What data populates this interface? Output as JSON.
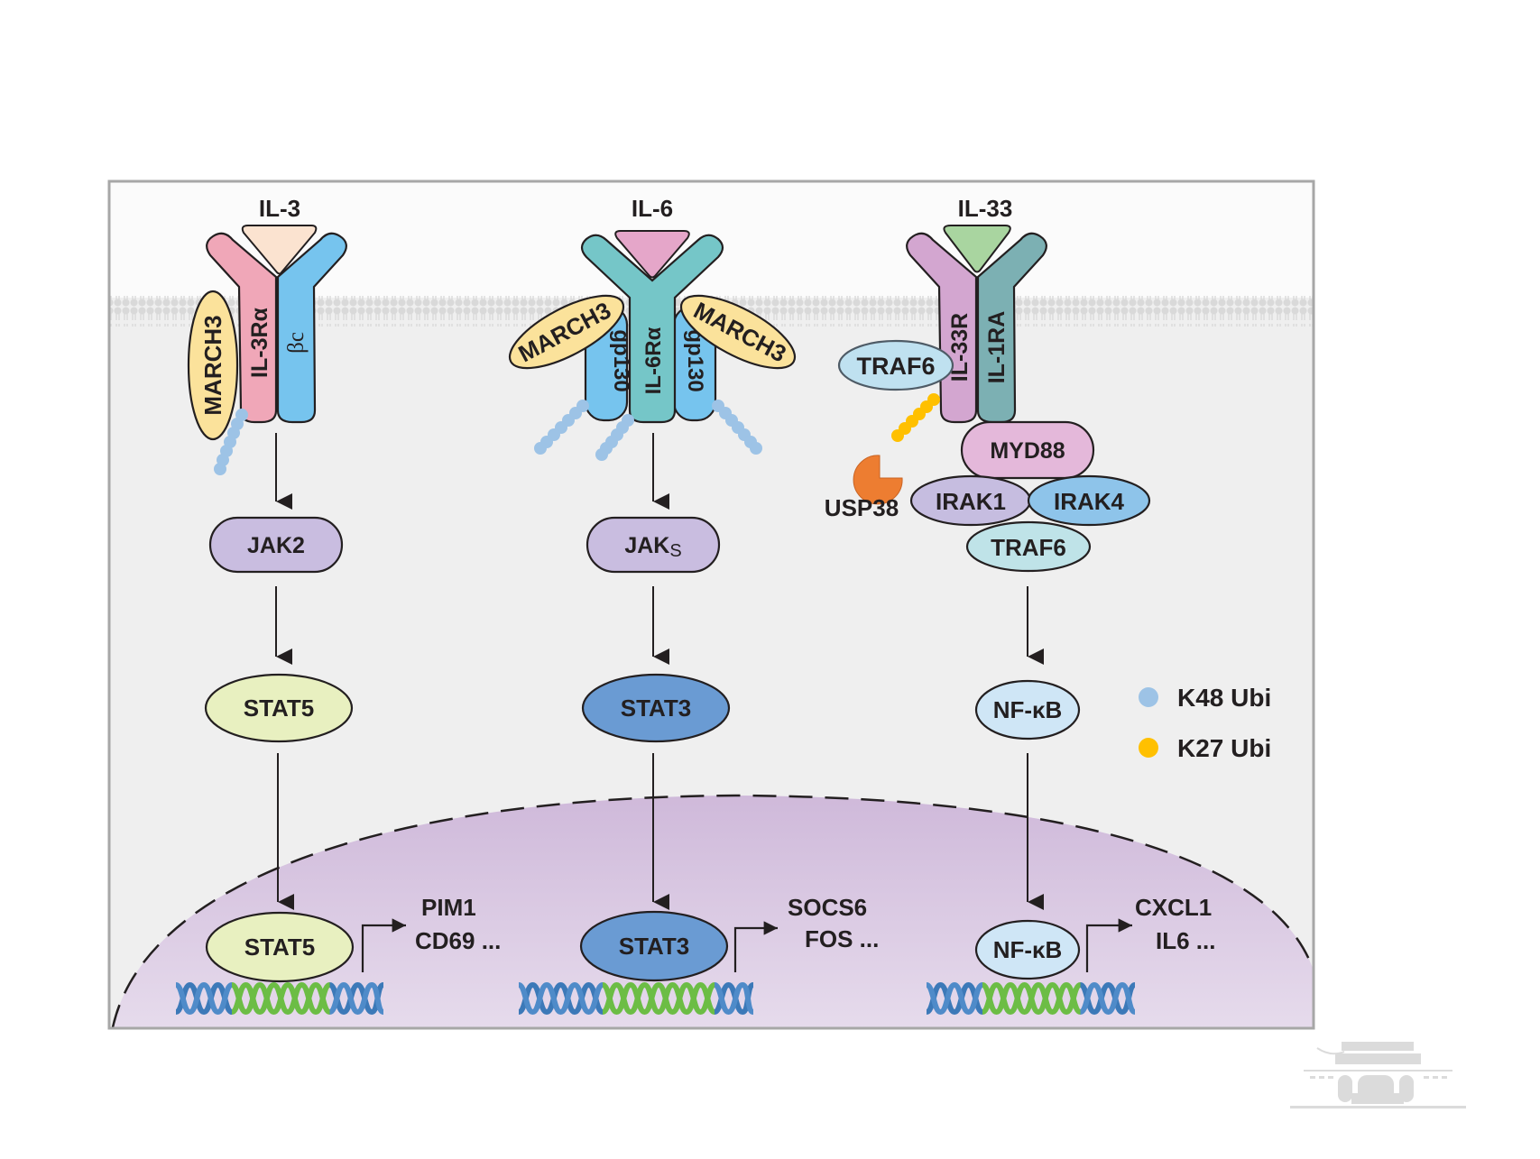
{
  "colors": {
    "frame_border": "#a7a7a7",
    "cytoplasm": "#efefef",
    "extracellular": "#fbfbfb",
    "membrane": "#dcdcdc",
    "nucleus": "#d9c9e0",
    "k48_ubi": "#9dc3e6",
    "k27_ubi": "#ffc000",
    "usp38": "#ed7d31",
    "march3": "#fbe29b",
    "il3_ligand": "#fbe3d0",
    "il3ra": "#f0a7b8",
    "beta_c": "#76c4ee",
    "il6_ligand": "#e5a6c9",
    "il6ra": "#75c6c8",
    "gp130": "#76c4ee",
    "il33_ligand": "#a9d5a0",
    "il33r": "#d3a6d0",
    "il1ra": "#7cb0b3",
    "traf6_membrane": "#bfe1f0",
    "myd88": "#e4b8da",
    "irak1": "#c6bde0",
    "irak4": "#8ec4ea",
    "traf6": "#bfe3e8",
    "jak": "#c9bde0",
    "stat5": "#e8f0c0",
    "stat3": "#6a9bd3",
    "nfkb": "#cfe6f6",
    "dna_blue": "#3c79b8",
    "dna_green": "#6cbd45"
  },
  "pathways": [
    {
      "id": "il3",
      "ligand": "IL-3",
      "receptors": [
        "IL-3Rα",
        "βc"
      ],
      "e3_ligase": [
        "MARCH3"
      ],
      "kinase": "JAK2",
      "tf_cytoplasm": "STAT5",
      "tf_nucleus": "STAT5",
      "targets": [
        "PIM1",
        "CD69 ..."
      ]
    },
    {
      "id": "il6",
      "ligand": "IL-6",
      "receptors": [
        "gp130",
        "IL-6Rα",
        "gp130"
      ],
      "e3_ligase": [
        "MARCH3",
        "MARCH3"
      ],
      "kinase": "JAK",
      "kinase_suffix": "S",
      "tf_cytoplasm": "STAT3",
      "tf_nucleus": "STAT3",
      "targets": [
        "SOCS6",
        "FOS ..."
      ]
    },
    {
      "id": "il33",
      "ligand": "IL-33",
      "receptors": [
        "IL-33R",
        "IL-1RA"
      ],
      "membrane_adaptor": "TRAF6",
      "deubiquitinase": "USP38",
      "complex": [
        "MYD88",
        "IRAK1",
        "IRAK4",
        "TRAF6"
      ],
      "tf_cytoplasm": "NF-κB",
      "tf_nucleus": "NF-κB",
      "targets": [
        "CXCL1",
        "IL6 ..."
      ]
    }
  ],
  "legend": [
    {
      "label": "K48 Ubi",
      "color_key": "k48_ubi"
    },
    {
      "label": "K27 Ubi",
      "color_key": "k27_ubi"
    }
  ]
}
